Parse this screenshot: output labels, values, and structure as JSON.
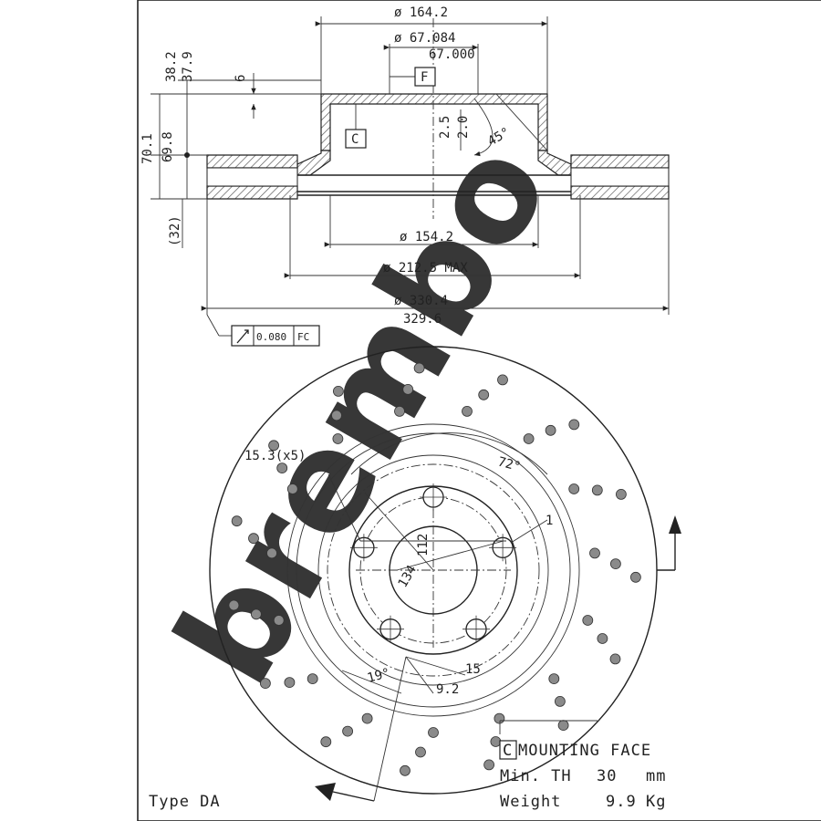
{
  "dimensions": {
    "d_outer_top": "ø 164.2",
    "d_bore_max": "ø 67.084",
    "d_bore_min": "67.000",
    "h_38_2": "38.2",
    "h_37_9": "37.9",
    "h_6": "6",
    "h_70_1": "70.1",
    "h_69_8": "69.8",
    "h_32": "(32)",
    "d_2_5": "2.5",
    "d_2_0": "2.0",
    "angle_45": "45°",
    "d_154_2": "ø 154.2",
    "d_212_5": "ø 212.5 MAX",
    "d_330_4": "ø 330.4",
    "d_329_6": "329.6",
    "tolerance_value": "0.080",
    "tolerance_ref": "FC"
  },
  "datums": {
    "f": "F",
    "c": "C"
  },
  "plan_view": {
    "holes_label": "15.3(x5)",
    "angle_72": "72°",
    "d_112": "112",
    "d_134": "134",
    "angle_19": "19°",
    "d_15": "15",
    "d_9_2": "9.2",
    "d_1": "1"
  },
  "legend": {
    "datum": "C",
    "mounting_face": "MOUNTING FACE",
    "min_th_label": "Min. TH",
    "min_th_value": "30",
    "min_th_unit": "mm",
    "weight_label": "Weight",
    "weight_value": "9.9",
    "weight_unit": "Kg"
  },
  "type_label": "Type DA",
  "watermark": "brembo"
}
